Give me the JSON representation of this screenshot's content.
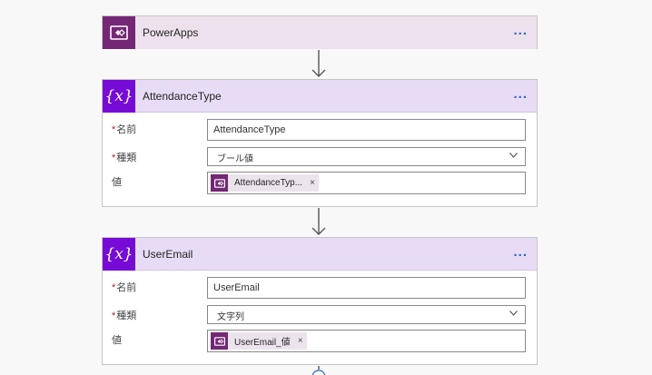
{
  "cards": {
    "powerapps": {
      "title": "PowerApps",
      "more": "..."
    },
    "attendance": {
      "title": "AttendanceType",
      "icon_text": "{x}",
      "more": "...",
      "name_label": "名前",
      "name_value": "AttendanceType",
      "type_label": "種類",
      "type_value": "ブール値",
      "value_label": "値",
      "value_token": "AttendanceTyp...",
      "token_remove": "×"
    },
    "useremail": {
      "title": "UserEmail",
      "icon_text": "{x}",
      "more": "...",
      "name_label": "名前",
      "name_value": "UserEmail",
      "type_label": "種類",
      "type_value": "文字列",
      "value_label": "値",
      "value_token": "UserEmail_値",
      "token_remove": "×"
    }
  },
  "required_marker": "*",
  "colors": {
    "powerapps_brand": "#742774",
    "variable_brand": "#770bd6",
    "powerapps_header": "#ece1ec",
    "variable_header": "#e8dbf5",
    "link_blue": "#2b63c6",
    "required_red": "#a4262c"
  },
  "icons": {
    "powerapps": "powerapps-icon",
    "variable": "variable-icon",
    "dropdown": "chevron-down-icon",
    "connector": "arrow-down-icon"
  }
}
